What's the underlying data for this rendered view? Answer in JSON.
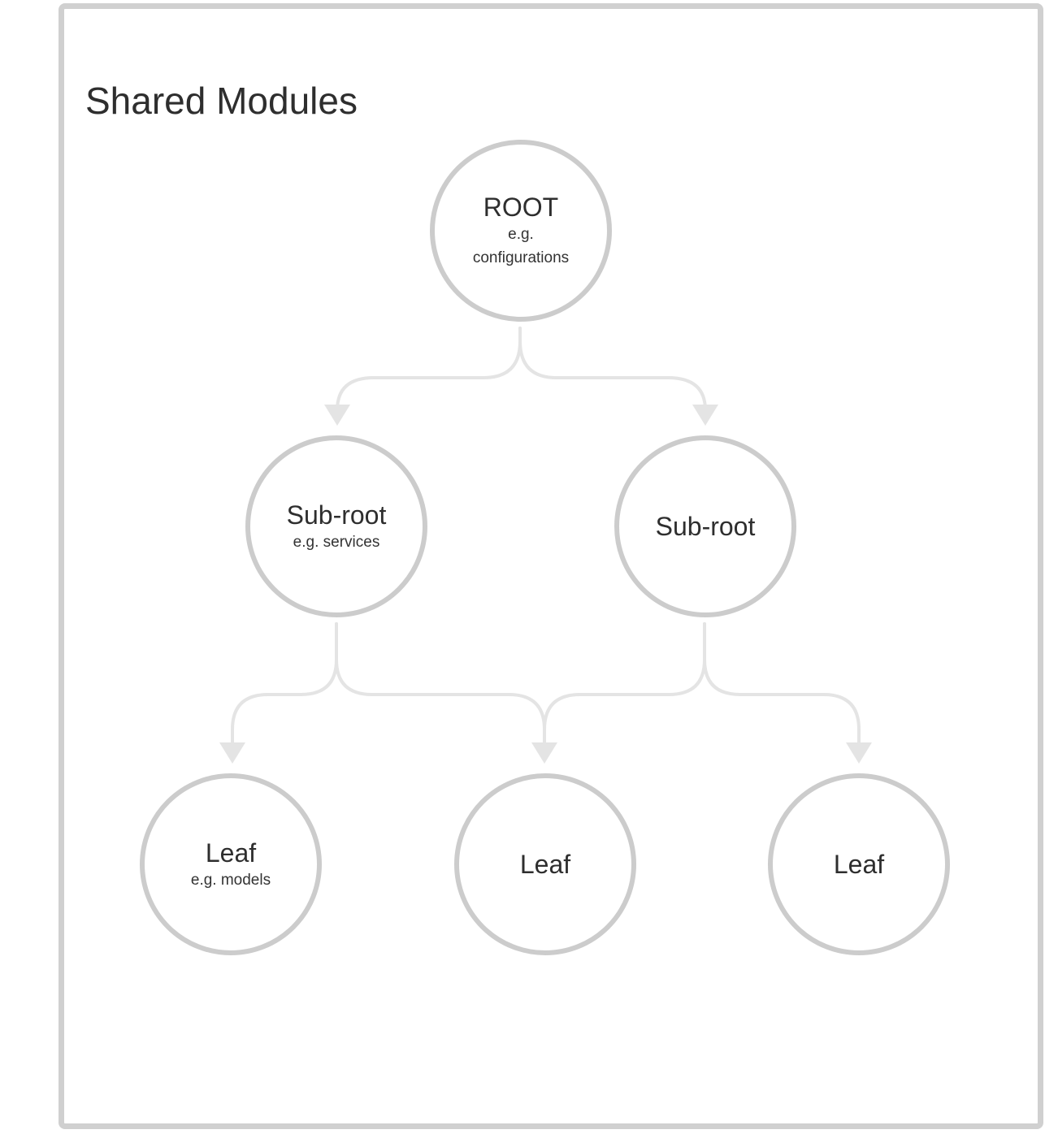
{
  "diagram": {
    "title": "Shared Modules",
    "colors": {
      "frame_border": "#d0d0d0",
      "node_border": "#cccccc",
      "edge": "#e4e4e4",
      "text": "#2e2e2e"
    },
    "nodes": [
      {
        "id": "root",
        "label": "ROOT",
        "sub": "e.g. configurations"
      },
      {
        "id": "sub1",
        "label": "Sub-root",
        "sub": "e.g. services"
      },
      {
        "id": "sub2",
        "label": "Sub-root",
        "sub": ""
      },
      {
        "id": "leaf1",
        "label": "Leaf",
        "sub": "e.g. models"
      },
      {
        "id": "leaf2",
        "label": "Leaf",
        "sub": ""
      },
      {
        "id": "leaf3",
        "label": "Leaf",
        "sub": ""
      }
    ],
    "edges": [
      {
        "from": "root",
        "to": "sub1"
      },
      {
        "from": "root",
        "to": "sub2"
      },
      {
        "from": "sub1",
        "to": "leaf1"
      },
      {
        "from": "sub1",
        "to": "leaf2"
      },
      {
        "from": "sub2",
        "to": "leaf2"
      },
      {
        "from": "sub2",
        "to": "leaf3"
      }
    ]
  }
}
